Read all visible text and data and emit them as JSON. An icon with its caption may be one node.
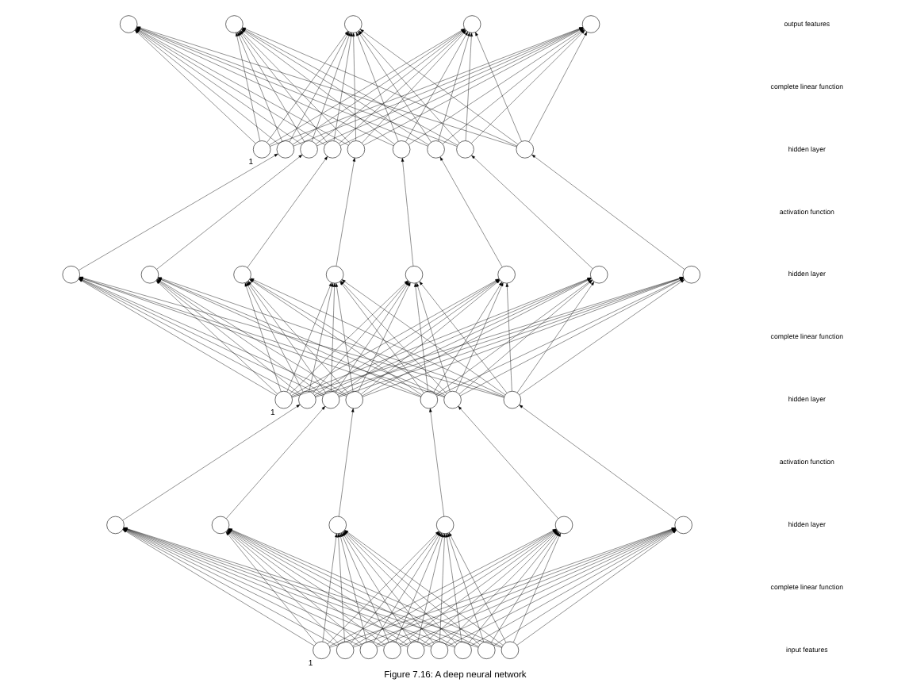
{
  "diagram": {
    "caption": "Figure 7.16: A deep neural network",
    "nodes": [
      {
        "text": [],
        "shape": "circle"
      },
      {
        "text": [],
        "shape": "circle"
      },
      {
        "text": [],
        "shape": "circle"
      },
      {
        "text": [],
        "shape": "circle"
      },
      {
        "text": [],
        "shape": "circle"
      },
      {
        "text": [],
        "shape": "circle",
        "beside": [
          "1"
        ]
      },
      {
        "text": [],
        "shape": "circle"
      },
      {
        "text": [],
        "shape": "circle"
      },
      {
        "text": [],
        "shape": "circle"
      },
      {
        "text": [],
        "shape": "circle"
      },
      {
        "text": [],
        "shape": "circle"
      },
      {
        "text": [],
        "shape": "circle"
      },
      {
        "text": [],
        "shape": "circle"
      },
      {
        "text": [],
        "shape": "circle"
      },
      {
        "text": [],
        "shape": "circle"
      },
      {
        "text": [],
        "shape": "circle"
      },
      {
        "text": [],
        "shape": "circle"
      },
      {
        "text": [],
        "shape": "circle"
      },
      {
        "text": [],
        "shape": "circle"
      },
      {
        "text": [],
        "shape": "circle"
      },
      {
        "text": [],
        "shape": "circle"
      },
      {
        "text": [],
        "shape": "circle"
      },
      {
        "text": [],
        "shape": "circle",
        "beside": [
          "1"
        ]
      },
      {
        "text": [],
        "shape": "circle"
      },
      {
        "text": [],
        "shape": "circle"
      },
      {
        "text": [],
        "shape": "circle"
      },
      {
        "text": [],
        "shape": "circle"
      },
      {
        "text": [],
        "shape": "circle"
      },
      {
        "text": [],
        "shape": "circle"
      },
      {
        "text": [],
        "shape": "circle"
      },
      {
        "text": [],
        "shape": "circle"
      },
      {
        "text": [],
        "shape": "circle"
      },
      {
        "text": [],
        "shape": "circle"
      },
      {
        "text": [],
        "shape": "circle"
      },
      {
        "text": [],
        "shape": "circle"
      },
      {
        "text": [],
        "shape": "circle",
        "beside": [
          "1"
        ]
      },
      {
        "text": [],
        "shape": "circle"
      },
      {
        "text": [],
        "shape": "circle"
      },
      {
        "text": [],
        "shape": "circle"
      },
      {
        "text": [],
        "shape": "circle"
      },
      {
        "text": [],
        "shape": "circle"
      },
      {
        "text": [],
        "shape": "circle"
      },
      {
        "text": [],
        "shape": "circle"
      },
      {
        "text": [],
        "shape": "circle"
      }
    ],
    "edges": [
      {
        "from": 5,
        "to": 0,
        "arrow": "to"
      },
      {
        "from": 5,
        "to": 1,
        "arrow": "to"
      },
      {
        "from": 5,
        "to": 2,
        "arrow": "to"
      },
      {
        "from": 5,
        "to": 3,
        "arrow": "to"
      },
      {
        "from": 5,
        "to": 4,
        "arrow": "to"
      },
      {
        "from": 6,
        "to": 0,
        "arrow": "to"
      },
      {
        "from": 6,
        "to": 1,
        "arrow": "to"
      },
      {
        "from": 6,
        "to": 2,
        "arrow": "to"
      },
      {
        "from": 6,
        "to": 3,
        "arrow": "to"
      },
      {
        "from": 6,
        "to": 4,
        "arrow": "to"
      },
      {
        "from": 7,
        "to": 0,
        "arrow": "to"
      },
      {
        "from": 7,
        "to": 1,
        "arrow": "to"
      },
      {
        "from": 7,
        "to": 2,
        "arrow": "to"
      },
      {
        "from": 7,
        "to": 3,
        "arrow": "to"
      },
      {
        "from": 7,
        "to": 4,
        "arrow": "to"
      },
      {
        "from": 8,
        "to": 0,
        "arrow": "to"
      },
      {
        "from": 8,
        "to": 1,
        "arrow": "to"
      },
      {
        "from": 8,
        "to": 2,
        "arrow": "to"
      },
      {
        "from": 8,
        "to": 3,
        "arrow": "to"
      },
      {
        "from": 8,
        "to": 4,
        "arrow": "to"
      },
      {
        "from": 9,
        "to": 0,
        "arrow": "to"
      },
      {
        "from": 9,
        "to": 1,
        "arrow": "to"
      },
      {
        "from": 9,
        "to": 2,
        "arrow": "to"
      },
      {
        "from": 9,
        "to": 3,
        "arrow": "to"
      },
      {
        "from": 9,
        "to": 4,
        "arrow": "to"
      },
      {
        "from": 10,
        "to": 0,
        "arrow": "to"
      },
      {
        "from": 10,
        "to": 1,
        "arrow": "to"
      },
      {
        "from": 10,
        "to": 2,
        "arrow": "to"
      },
      {
        "from": 10,
        "to": 3,
        "arrow": "to"
      },
      {
        "from": 10,
        "to": 4,
        "arrow": "to"
      },
      {
        "from": 11,
        "to": 0,
        "arrow": "to"
      },
      {
        "from": 11,
        "to": 1,
        "arrow": "to"
      },
      {
        "from": 11,
        "to": 2,
        "arrow": "to"
      },
      {
        "from": 11,
        "to": 3,
        "arrow": "to"
      },
      {
        "from": 11,
        "to": 4,
        "arrow": "to"
      },
      {
        "from": 12,
        "to": 0,
        "arrow": "to"
      },
      {
        "from": 12,
        "to": 1,
        "arrow": "to"
      },
      {
        "from": 12,
        "to": 2,
        "arrow": "to"
      },
      {
        "from": 12,
        "to": 3,
        "arrow": "to"
      },
      {
        "from": 12,
        "to": 4,
        "arrow": "to"
      },
      {
        "from": 13,
        "to": 0,
        "arrow": "to"
      },
      {
        "from": 13,
        "to": 1,
        "arrow": "to"
      },
      {
        "from": 13,
        "to": 2,
        "arrow": "to"
      },
      {
        "from": 13,
        "to": 3,
        "arrow": "to"
      },
      {
        "from": 13,
        "to": 4,
        "arrow": "to"
      },
      {
        "from": 14,
        "to": 6,
        "arrow": "to"
      },
      {
        "from": 15,
        "to": 7,
        "arrow": "to"
      },
      {
        "from": 16,
        "to": 8,
        "arrow": "to"
      },
      {
        "from": 17,
        "to": 9,
        "arrow": "to"
      },
      {
        "from": 18,
        "to": 10,
        "arrow": "to"
      },
      {
        "from": 19,
        "to": 11,
        "arrow": "to"
      },
      {
        "from": 20,
        "to": 12,
        "arrow": "to"
      },
      {
        "from": 21,
        "to": 13,
        "arrow": "to"
      },
      {
        "from": 22,
        "to": 14,
        "arrow": "to"
      },
      {
        "from": 22,
        "to": 15,
        "arrow": "to"
      },
      {
        "from": 22,
        "to": 16,
        "arrow": "to"
      },
      {
        "from": 22,
        "to": 17,
        "arrow": "to"
      },
      {
        "from": 22,
        "to": 18,
        "arrow": "to"
      },
      {
        "from": 22,
        "to": 19,
        "arrow": "to"
      },
      {
        "from": 22,
        "to": 20,
        "arrow": "to"
      },
      {
        "from": 22,
        "to": 21,
        "arrow": "to"
      },
      {
        "from": 23,
        "to": 14,
        "arrow": "to"
      },
      {
        "from": 23,
        "to": 15,
        "arrow": "to"
      },
      {
        "from": 23,
        "to": 16,
        "arrow": "to"
      },
      {
        "from": 23,
        "to": 17,
        "arrow": "to"
      },
      {
        "from": 23,
        "to": 18,
        "arrow": "to"
      },
      {
        "from": 23,
        "to": 19,
        "arrow": "to"
      },
      {
        "from": 23,
        "to": 20,
        "arrow": "to"
      },
      {
        "from": 23,
        "to": 21,
        "arrow": "to"
      },
      {
        "from": 24,
        "to": 14,
        "arrow": "to"
      },
      {
        "from": 24,
        "to": 15,
        "arrow": "to"
      },
      {
        "from": 24,
        "to": 16,
        "arrow": "to"
      },
      {
        "from": 24,
        "to": 17,
        "arrow": "to"
      },
      {
        "from": 24,
        "to": 18,
        "arrow": "to"
      },
      {
        "from": 24,
        "to": 19,
        "arrow": "to"
      },
      {
        "from": 24,
        "to": 20,
        "arrow": "to"
      },
      {
        "from": 24,
        "to": 21,
        "arrow": "to"
      },
      {
        "from": 25,
        "to": 14,
        "arrow": "to"
      },
      {
        "from": 25,
        "to": 15,
        "arrow": "to"
      },
      {
        "from": 25,
        "to": 16,
        "arrow": "to"
      },
      {
        "from": 25,
        "to": 17,
        "arrow": "to"
      },
      {
        "from": 25,
        "to": 18,
        "arrow": "to"
      },
      {
        "from": 25,
        "to": 19,
        "arrow": "to"
      },
      {
        "from": 25,
        "to": 20,
        "arrow": "to"
      },
      {
        "from": 25,
        "to": 21,
        "arrow": "to"
      },
      {
        "from": 26,
        "to": 14,
        "arrow": "to"
      },
      {
        "from": 26,
        "to": 15,
        "arrow": "to"
      },
      {
        "from": 26,
        "to": 16,
        "arrow": "to"
      },
      {
        "from": 26,
        "to": 17,
        "arrow": "to"
      },
      {
        "from": 26,
        "to": 18,
        "arrow": "to"
      },
      {
        "from": 26,
        "to": 19,
        "arrow": "to"
      },
      {
        "from": 26,
        "to": 20,
        "arrow": "to"
      },
      {
        "from": 26,
        "to": 21,
        "arrow": "to"
      },
      {
        "from": 27,
        "to": 14,
        "arrow": "to"
      },
      {
        "from": 27,
        "to": 15,
        "arrow": "to"
      },
      {
        "from": 27,
        "to": 16,
        "arrow": "to"
      },
      {
        "from": 27,
        "to": 17,
        "arrow": "to"
      },
      {
        "from": 27,
        "to": 18,
        "arrow": "to"
      },
      {
        "from": 27,
        "to": 19,
        "arrow": "to"
      },
      {
        "from": 27,
        "to": 20,
        "arrow": "to"
      },
      {
        "from": 27,
        "to": 21,
        "arrow": "to"
      },
      {
        "from": 28,
        "to": 14,
        "arrow": "to"
      },
      {
        "from": 28,
        "to": 15,
        "arrow": "to"
      },
      {
        "from": 28,
        "to": 16,
        "arrow": "to"
      },
      {
        "from": 28,
        "to": 17,
        "arrow": "to"
      },
      {
        "from": 28,
        "to": 18,
        "arrow": "to"
      },
      {
        "from": 28,
        "to": 19,
        "arrow": "to"
      },
      {
        "from": 28,
        "to": 20,
        "arrow": "to"
      },
      {
        "from": 28,
        "to": 21,
        "arrow": "to"
      },
      {
        "from": 29,
        "to": 23,
        "arrow": "to"
      },
      {
        "from": 30,
        "to": 24,
        "arrow": "to"
      },
      {
        "from": 31,
        "to": 25,
        "arrow": "to"
      },
      {
        "from": 32,
        "to": 26,
        "arrow": "to"
      },
      {
        "from": 33,
        "to": 27,
        "arrow": "to"
      },
      {
        "from": 34,
        "to": 28,
        "arrow": "to"
      },
      {
        "from": 35,
        "to": 29,
        "arrow": "to"
      },
      {
        "from": 35,
        "to": 30,
        "arrow": "to"
      },
      {
        "from": 35,
        "to": 31,
        "arrow": "to"
      },
      {
        "from": 35,
        "to": 32,
        "arrow": "to"
      },
      {
        "from": 35,
        "to": 33,
        "arrow": "to"
      },
      {
        "from": 35,
        "to": 34,
        "arrow": "to"
      },
      {
        "from": 36,
        "to": 29,
        "arrow": "to"
      },
      {
        "from": 36,
        "to": 30,
        "arrow": "to"
      },
      {
        "from": 36,
        "to": 31,
        "arrow": "to"
      },
      {
        "from": 36,
        "to": 32,
        "arrow": "to"
      },
      {
        "from": 36,
        "to": 33,
        "arrow": "to"
      },
      {
        "from": 36,
        "to": 34,
        "arrow": "to"
      },
      {
        "from": 37,
        "to": 29,
        "arrow": "to"
      },
      {
        "from": 37,
        "to": 30,
        "arrow": "to"
      },
      {
        "from": 37,
        "to": 31,
        "arrow": "to"
      },
      {
        "from": 37,
        "to": 32,
        "arrow": "to"
      },
      {
        "from": 37,
        "to": 33,
        "arrow": "to"
      },
      {
        "from": 37,
        "to": 34,
        "arrow": "to"
      },
      {
        "from": 38,
        "to": 29,
        "arrow": "to"
      },
      {
        "from": 38,
        "to": 30,
        "arrow": "to"
      },
      {
        "from": 38,
        "to": 31,
        "arrow": "to"
      },
      {
        "from": 38,
        "to": 32,
        "arrow": "to"
      },
      {
        "from": 38,
        "to": 33,
        "arrow": "to"
      },
      {
        "from": 38,
        "to": 34,
        "arrow": "to"
      },
      {
        "from": 39,
        "to": 29,
        "arrow": "to"
      },
      {
        "from": 39,
        "to": 30,
        "arrow": "to"
      },
      {
        "from": 39,
        "to": 31,
        "arrow": "to"
      },
      {
        "from": 39,
        "to": 32,
        "arrow": "to"
      },
      {
        "from": 39,
        "to": 33,
        "arrow": "to"
      },
      {
        "from": 39,
        "to": 34,
        "arrow": "to"
      },
      {
        "from": 40,
        "to": 29,
        "arrow": "to"
      },
      {
        "from": 40,
        "to": 30,
        "arrow": "to"
      },
      {
        "from": 40,
        "to": 31,
        "arrow": "to"
      },
      {
        "from": 40,
        "to": 32,
        "arrow": "to"
      },
      {
        "from": 40,
        "to": 33,
        "arrow": "to"
      },
      {
        "from": 40,
        "to": 34,
        "arrow": "to"
      },
      {
        "from": 41,
        "to": 29,
        "arrow": "to"
      },
      {
        "from": 41,
        "to": 30,
        "arrow": "to"
      },
      {
        "from": 41,
        "to": 31,
        "arrow": "to"
      },
      {
        "from": 41,
        "to": 32,
        "arrow": "to"
      },
      {
        "from": 41,
        "to": 33,
        "arrow": "to"
      },
      {
        "from": 41,
        "to": 34,
        "arrow": "to"
      },
      {
        "from": 42,
        "to": 29,
        "arrow": "to"
      },
      {
        "from": 42,
        "to": 30,
        "arrow": "to"
      },
      {
        "from": 42,
        "to": 31,
        "arrow": "to"
      },
      {
        "from": 42,
        "to": 32,
        "arrow": "to"
      },
      {
        "from": 42,
        "to": 33,
        "arrow": "to"
      },
      {
        "from": 42,
        "to": 34,
        "arrow": "to"
      },
      {
        "from": 43,
        "to": 29,
        "arrow": "to"
      },
      {
        "from": 43,
        "to": 30,
        "arrow": "to"
      },
      {
        "from": 43,
        "to": 31,
        "arrow": "to"
      },
      {
        "from": 43,
        "to": 32,
        "arrow": "to"
      },
      {
        "from": 43,
        "to": 33,
        "arrow": "to"
      },
      {
        "from": 43,
        "to": 34,
        "arrow": "to"
      }
    ],
    "labels": [
      "output features",
      "complete linear function",
      "hidden layer",
      "activation function",
      "hidden layer",
      "complete linear function",
      "hidden layer",
      "activation function",
      "hidden layer",
      "complete linear function",
      "input features"
    ]
  }
}
